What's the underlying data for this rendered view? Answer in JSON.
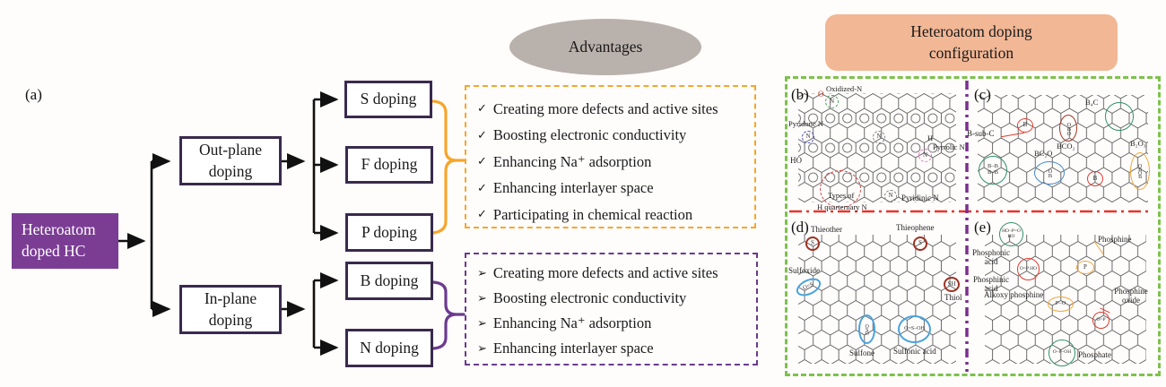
{
  "flowchart": {
    "panel_label": "(a)",
    "root": "Heteroatom doped HC",
    "out_plane": "Out-plane doping",
    "in_plane": "In-plane doping",
    "s_doping": "S doping",
    "f_doping": "F doping",
    "p_doping": "P doping",
    "b_doping": "B doping",
    "n_doping": "N doping"
  },
  "advantages": {
    "title": "Advantages",
    "out_plane": {
      "bullet": "✓",
      "items": [
        "Creating more defects and active sites",
        "Boosting electronic conductivity",
        "Enhancing Na⁺ adsorption",
        "Enhancing interlayer space",
        "Participating in chemical reaction"
      ]
    },
    "in_plane": {
      "bullet": "➢",
      "items": [
        "Creating more defects and active sites",
        "Boosting electronic conductivity",
        "Enhancing Na⁺ adsorption",
        "Enhancing interlayer space"
      ]
    }
  },
  "config": {
    "title": "Heteroatom doping configuration",
    "panel_b": {
      "label": "(b)",
      "oxidized_o": "O",
      "oxidized": "Oxidized-N",
      "pyridone": "Pyridone N",
      "ho": "HO",
      "h": "H",
      "pyrrolic": "Pyrrolic N",
      "types_of": "Types of",
      "quarternary": "H quarternary N",
      "pyridinic": "Pyridinic N",
      "atom_n": "N"
    },
    "panel_c": {
      "label": "(c)",
      "b_sub_c": "B-sub-C",
      "bco2": "BCO₂",
      "b4c": "B₄C",
      "bc2o": "BC₂O",
      "b2o3": "B₂O₃",
      "atom_b": "B",
      "atom_obo": "OBO",
      "atom_ob": "OB",
      "atom_obob": "OBOB",
      "atom_bb": "B–B B–B"
    },
    "panel_d": {
      "label": "(d)",
      "thieother": "Thieother",
      "thieophene": "Thieophene",
      "sulfoxide": "Sulfoxide",
      "thiol": "Thiol",
      "sulfone": "Sulfone",
      "sulfonic": "Sulfonic acid",
      "atom_s": "S",
      "atom_sh": "SH",
      "atom_os": "O=S",
      "atom_oso": "OSO",
      "atom_osoh": "O=S–OH"
    },
    "panel_e": {
      "label": "(e)",
      "phosphonic": "Phosphonic acid",
      "phosphinic": "Phosphinic acid",
      "phosphine": "Phosphine",
      "alkoxy": "Alkoxy phosphine",
      "phosphine_oxide": "Phosphine oxide",
      "phosphate": "Phosphate",
      "atom_hopo": "HO–P=O HO",
      "atom_ophO": "O=P HO",
      "atom_p": "P",
      "atom_po": "P–O",
      "atom_op": "O=P",
      "atom_opoh": "O–P–OH"
    }
  },
  "colors": {
    "root_purple": "#7b3d94",
    "box_border": "#3a2a4d",
    "orange_accent": "#f5a62c",
    "purple_accent": "#6b3a8e",
    "gray_ellipse": "#b9b1ab",
    "peach_header": "#f2b795",
    "green_border": "#7cc24b",
    "red_divider": "#e8342a",
    "purple_divider": "#7a2e8e"
  }
}
